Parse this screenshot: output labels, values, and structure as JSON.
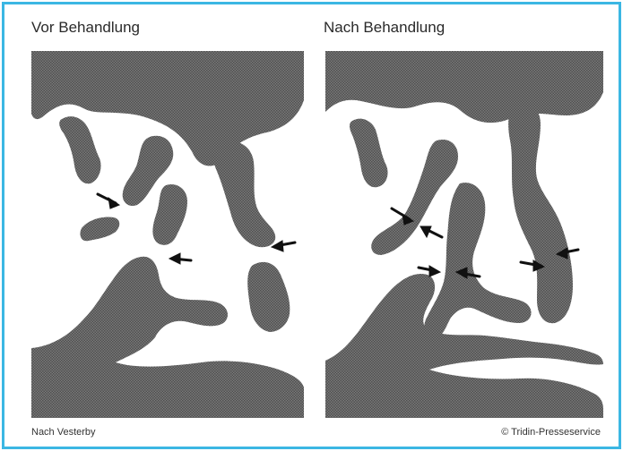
{
  "panels": {
    "before": {
      "title": "Vor Behandlung"
    },
    "after": {
      "title": "Nach Behandlung"
    }
  },
  "footer": {
    "source": "Nach Vesterby",
    "credit": "© Tridin-Presseservice"
  },
  "colors": {
    "border": "#3bb7e3",
    "bone_dark": "#4f4f4f",
    "bone_light": "#7a7a7a",
    "arrow": "#111111"
  },
  "icons": [
    "arrow-icon"
  ]
}
